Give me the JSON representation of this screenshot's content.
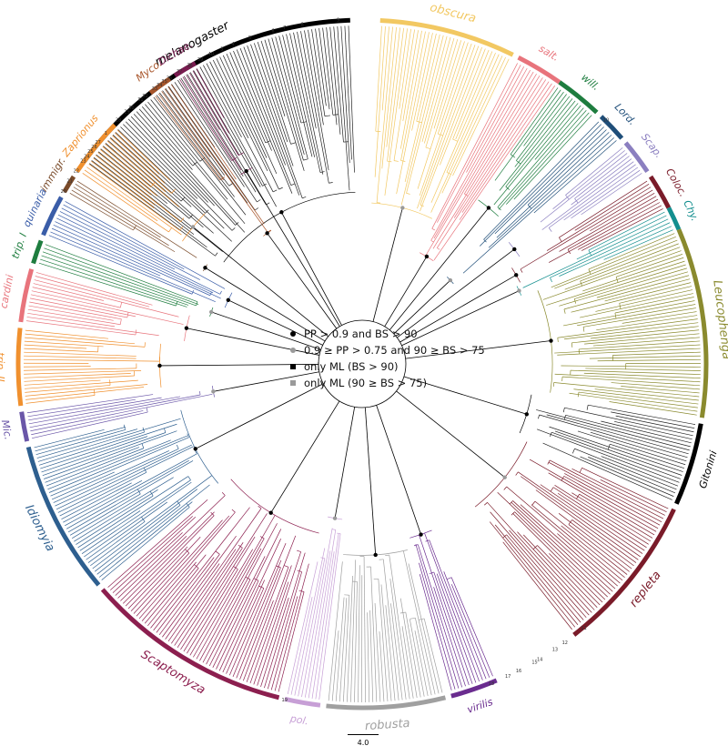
{
  "tree": {
    "center": "radial-phylogeny",
    "clades": [
      {
        "name": "melanogaster",
        "color": "#000000",
        "from": 306,
        "to": 358
      },
      {
        "name": "obscura",
        "color": "#f2c862",
        "from": 3,
        "to": 26
      },
      {
        "name": "salt.",
        "color": "#e8747c",
        "from": 27,
        "to": 35
      },
      {
        "name": "will.",
        "color": "#1e7d3f",
        "from": 35,
        "to": 43
      },
      {
        "name": "Lord.",
        "color": "#1f4e79",
        "from": 44,
        "to": 49
      },
      {
        "name": "Scap.",
        "color": "#8b7fc0",
        "from": 50,
        "to": 56
      },
      {
        "name": "Coloc.",
        "color": "#7a1b29",
        "from": 57,
        "to": 63
      },
      {
        "name": "Chy.",
        "color": "#148f8f",
        "from": 63,
        "to": 67
      },
      {
        "name": "Leucophenga",
        "color": "#8a8a2e",
        "from": 67,
        "to": 99
      },
      {
        "name": "Gitonini",
        "color": "#000000",
        "from": 100,
        "to": 114
      },
      {
        "name": "repleta",
        "color": "#7a1b29",
        "from": 115,
        "to": 142
      },
      {
        "name": "virilis",
        "color": "#6a2c8f",
        "from": 157,
        "to": 165
      },
      {
        "name": "robusta",
        "color": "#a0a0a0",
        "from": 166,
        "to": 186
      },
      {
        "name": "pol.",
        "color": "#c79fd6",
        "from": 187,
        "to": 193
      },
      {
        "name": "Scaptomyza",
        "color": "#8c1f4f",
        "from": 194,
        "to": 229
      },
      {
        "name": "Idiomyia",
        "color": "#2e5f8f",
        "from": 230,
        "to": 256
      },
      {
        "name": "Mic.",
        "color": "#6a56a8",
        "from": 257,
        "to": 262
      },
      {
        "name": "trip. II",
        "color": "#f0902e",
        "from": 263,
        "to": 276
      },
      {
        "name": "cardini",
        "color": "#e8747c",
        "from": 277,
        "to": 286
      },
      {
        "name": "trip. I",
        "color": "#1e7d3f",
        "from": 287,
        "to": 291
      },
      {
        "name": "quinaria",
        "color": "#3a5da8",
        "from": 292,
        "to": 299
      },
      {
        "name": "immigr.",
        "color": "#7a4b2a",
        "from": 300,
        "to": 303
      },
      {
        "name": "Zaprionus",
        "color": "#f0902e",
        "from": 304,
        "to": 314
      },
      {
        "name": "Myco.",
        "color": "#a8552a",
        "from": 322,
        "to": 326
      },
      {
        "name": "Dichae.",
        "color": "#7a1b50",
        "from": 327,
        "to": 331
      }
    ],
    "numbered_tags": [
      "1",
      "2",
      "3",
      "4",
      "5",
      "6",
      "7",
      "8",
      "9",
      "10",
      "11",
      "12",
      "13",
      "14",
      "15",
      "16",
      "17",
      "18",
      "19",
      "20",
      "21",
      "22",
      "23",
      "24",
      "25",
      "26",
      "27",
      "28",
      "29",
      "30",
      "31",
      "32",
      "33",
      "34",
      "35",
      "36",
      "37",
      "38",
      "39",
      "40"
    ]
  },
  "legend": {
    "items": [
      {
        "label": "PP > 0.9 and BS > 90",
        "shape": "dot",
        "color": "#000000"
      },
      {
        "label": "0.9 ≥ PP > 0.75 and 90 ≥ BS > 75",
        "shape": "dot",
        "color": "#9a9a9a"
      },
      {
        "label": "only ML (BS > 90)",
        "shape": "square",
        "color": "#000000"
      },
      {
        "label": "only ML (90 ≥ BS > 75)",
        "shape": "square",
        "color": "#9a9a9a"
      }
    ]
  },
  "scale": {
    "label": "4.0"
  }
}
